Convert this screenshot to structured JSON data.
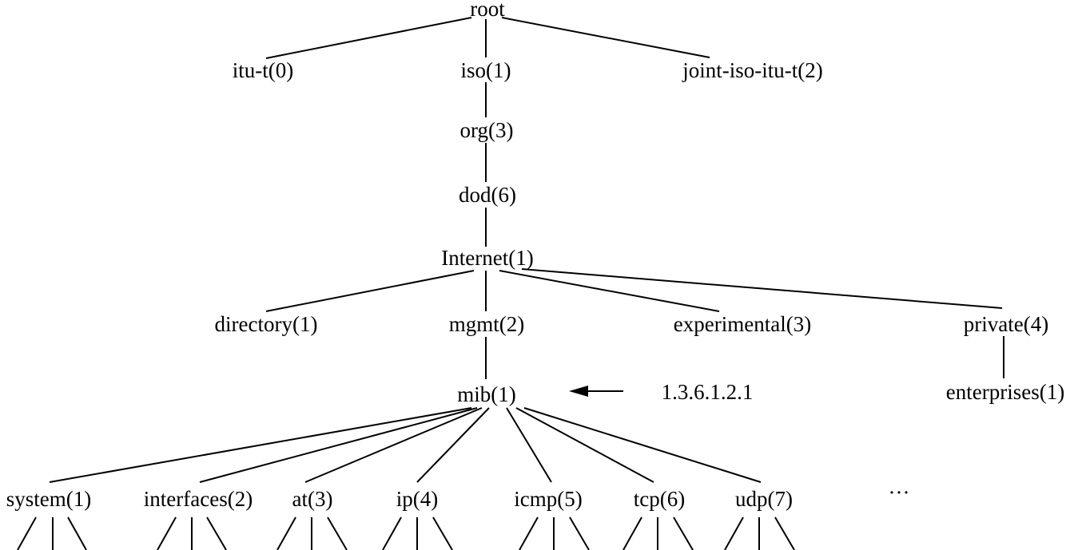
{
  "tree": {
    "root": "root",
    "itu_t": "itu-t(0)",
    "iso": "iso(1)",
    "joint_iso_itu_t": "joint-iso-itu-t(2)",
    "org": "org(3)",
    "dod": "dod(6)",
    "internet": "Internet(1)",
    "directory": "directory(1)",
    "mgmt": "mgmt(2)",
    "experimental": "experimental(3)",
    "private": "private(4)",
    "mib": "mib(1)",
    "enterprises": "enterprises(1)",
    "mib_children": {
      "system": "system(1)",
      "interfaces": "interfaces(2)",
      "at": "at(3)",
      "ip": "ip(4)",
      "icmp": "icmp(5)",
      "tcp": "tcp(6)",
      "udp": "udp(7)",
      "more": "···"
    }
  },
  "annotation": {
    "mib_oid": "1.3.6.1.2.1"
  },
  "colors": {
    "line": "#000000",
    "text": "#000000",
    "background": "#ffffff"
  }
}
